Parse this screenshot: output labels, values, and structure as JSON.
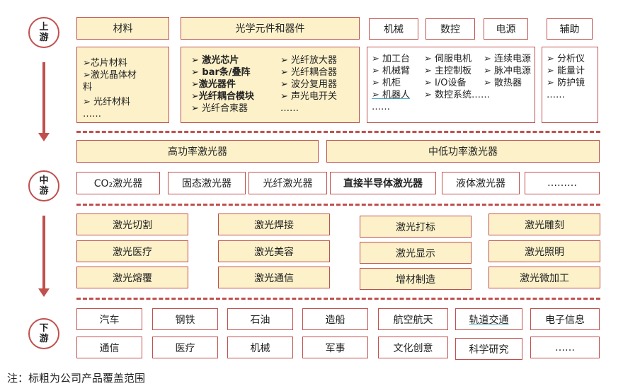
{
  "stages": {
    "upstream": [
      "上",
      "游"
    ],
    "midstream": [
      "中",
      "游"
    ],
    "downstream": [
      "下",
      "游"
    ]
  },
  "upstream": {
    "categories": [
      "材料",
      "光学元件和器件",
      "机械",
      "数控",
      "电源",
      "辅助"
    ],
    "materials": [
      "➢芯片材料",
      "➢激光晶体材",
      "料",
      "➢ 光纤材料",
      "……"
    ],
    "optics_left": [
      "➢ 激光芯片",
      "➢ bar条/叠阵",
      "➢激光器件",
      "➢光纤耦合模块",
      "➢ 光纤合束器"
    ],
    "optics_right": [
      "➢ 光纤放大器",
      "➢ 光纤耦合器",
      "➢ 波分复用器",
      "➢ 声光电开关",
      "……"
    ],
    "mech_col1": [
      "➢ 加工台",
      "➢ 机械臂",
      "➢ 机柜",
      "➢ 机器人",
      "……"
    ],
    "mech_col2": [
      "➢ 伺服电机",
      "➢ 主控制板",
      "➢ I/O设备",
      "➢ 数控系统……"
    ],
    "mech_col3": [
      "➢ 连续电源",
      "➢ 脉冲电源",
      "➢ 散热器"
    ],
    "aux": [
      "➢ 分析仪",
      "➢ 能量计",
      "➢ 防护镜",
      "……"
    ]
  },
  "midstream": {
    "power_high": "高功率激光器",
    "power_low": "中低功率激光器",
    "types": [
      "CO₂激光器",
      "固态激光器",
      "光纤激光器",
      "直接半导体激光器",
      "液体激光器",
      "………"
    ]
  },
  "applications": [
    [
      "激光切割",
      "激光焊接",
      "激光打标",
      "激光雕刻"
    ],
    [
      "激光医疗",
      "激光美容",
      "激光显示",
      "激光照明"
    ],
    [
      "激光熔覆",
      "激光通信",
      "增材制造",
      "激光微加工"
    ]
  ],
  "downstream": {
    "row1": [
      "汽车",
      "钢铁",
      "石油",
      "造船",
      "航空航天",
      "轨道交通",
      "电子信息"
    ],
    "row2": [
      "通信",
      "医疗",
      "机械",
      "军事",
      "文化创意",
      "科学研究",
      "……"
    ]
  },
  "note": "注：标粗为公司产品覆盖范围",
  "colors": {
    "border": "#c0504d",
    "fill": "#fdf1c9",
    "underline": "#4bacc6"
  }
}
